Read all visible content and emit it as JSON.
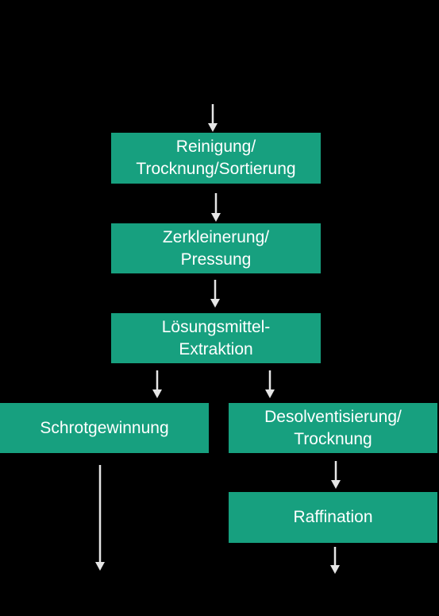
{
  "colors": {
    "background": "#000000",
    "box_fill": "#17a07f",
    "box_text": "#ffffff",
    "arrow": "#e6e6e6"
  },
  "nodes": {
    "reinigung": "Reinigung/\nTrocknung/Sortierung",
    "zerkleinerung": "Zerkleinerung/\nPressung",
    "extraktion": "Lösungsmittel-\nExtraktion",
    "schrot": "Schrotgewinnung",
    "desolvent": "Desolventisierung/\nTrocknung",
    "raffination": "Raffination"
  },
  "edges": [
    {
      "from": "",
      "to": "reinigung"
    },
    {
      "from": "reinigung",
      "to": "zerkleinerung"
    },
    {
      "from": "zerkleinerung",
      "to": "extraktion"
    },
    {
      "from": "extraktion",
      "to": "schrot"
    },
    {
      "from": "extraktion",
      "to": "desolvent"
    },
    {
      "from": "schrot",
      "to": ""
    },
    {
      "from": "desolvent",
      "to": "raffination"
    },
    {
      "from": "raffination",
      "to": ""
    }
  ],
  "icons": {
    "arrow": "arrow-down-icon"
  }
}
